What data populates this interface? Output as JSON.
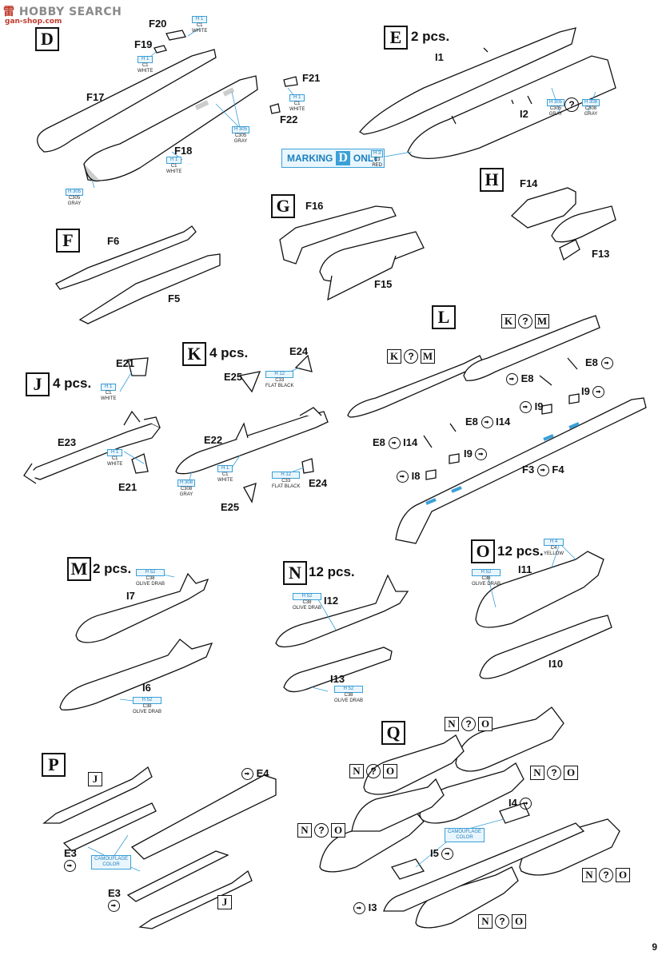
{
  "watermark": {
    "brand": "HOBBY SEARCH",
    "site": "gan-shop.com",
    "logo_text": "雷"
  },
  "page_number": "9",
  "sections": {
    "D": {
      "box": "D",
      "title": ""
    },
    "E": {
      "box": "E",
      "title": "2 pcs."
    },
    "F": {
      "box": "F",
      "title": ""
    },
    "G": {
      "box": "G",
      "title": ""
    },
    "H": {
      "box": "H",
      "title": ""
    },
    "J": {
      "box": "J",
      "title": "4 pcs."
    },
    "K": {
      "box": "K",
      "title": "4 pcs."
    },
    "L": {
      "box": "L",
      "title": ""
    },
    "M": {
      "box": "M",
      "title": "2 pcs."
    },
    "N": {
      "box": "N",
      "title": "12 pcs."
    },
    "O": {
      "box": "O",
      "title": "12 pcs."
    },
    "P": {
      "box": "P",
      "title": ""
    },
    "Q": {
      "box": "Q",
      "title": ""
    }
  },
  "marking_note": {
    "pre": "MARKING",
    "box": "D",
    "post": "ONLY"
  },
  "camouflage": {
    "line1": "CAMOUFLAGE",
    "line2": "COLOR"
  },
  "mini_glyph": "?",
  "parts": {
    "F20": "F20",
    "F19": "F19",
    "F17": "F17",
    "F18": "F18",
    "F21": "F21",
    "F22": "F22",
    "I1": "I1",
    "I2": "I2",
    "F16": "F16",
    "F15": "F15",
    "F14": "F14",
    "F13": "F13",
    "F6": "F6",
    "F5": "F5",
    "E21a": "E21",
    "E21b": "E21",
    "E23": "E23",
    "E24a": "E24",
    "E24b": "E24",
    "E25a": "E25",
    "E25b": "E25",
    "E22": "E22",
    "E8a": "E8",
    "E8b": "E8",
    "E8c": "E8",
    "E8d": "E8",
    "I14a": "I14",
    "I14b": "I14",
    "I9a": "I9",
    "I9b": "I9",
    "I9c": "I9",
    "I8": "I8",
    "F3": "F3",
    "F4": "F4",
    "I7": "I7",
    "I6": "I6",
    "I12": "I12",
    "I13": "I13",
    "I11": "I11",
    "I10": "I10",
    "E4": "E4",
    "E3a": "E3",
    "E3b": "E3",
    "I4": "I4",
    "I5": "I5",
    "I3": "I3",
    "J1": "J",
    "J2": "J"
  },
  "colors": {
    "white": {
      "h": "H 1",
      "c": "C1",
      "n": "WHITE"
    },
    "gray305": {
      "h": "H 305",
      "c": "C305",
      "n": "GRAY"
    },
    "gray308": {
      "h": "H 308",
      "c": "C308",
      "n": "GRAY"
    },
    "red": {
      "h": "H 3",
      "c": "C3",
      "n": "RED"
    },
    "flatblack": {
      "h": "H 12",
      "c": "C33",
      "n": "FLAT BLACK"
    },
    "olive": {
      "h": "H 52",
      "c": "C38",
      "n": "OLIVE DRAB"
    },
    "yellow": {
      "h": "H 4",
      "c": "C4",
      "n": "YELLOW"
    },
    "accent": "#3aa0d8"
  }
}
